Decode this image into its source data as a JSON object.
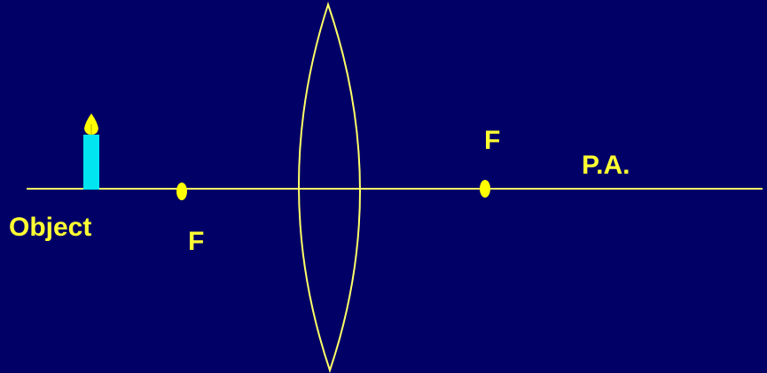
{
  "labels": {
    "object": "Object",
    "focal_left": "F",
    "focal_right": "F",
    "principal_axis": "P.A."
  },
  "colors": {
    "background": "#000066",
    "line": "#FFFF66",
    "label": "#FFFF33",
    "focal_point": "#FFFF00",
    "candle_body": "#00E5F0",
    "candle_flame": "#FFFF00",
    "candle_wick": "#CCCC00"
  },
  "icons": {
    "object": "candle-icon"
  }
}
